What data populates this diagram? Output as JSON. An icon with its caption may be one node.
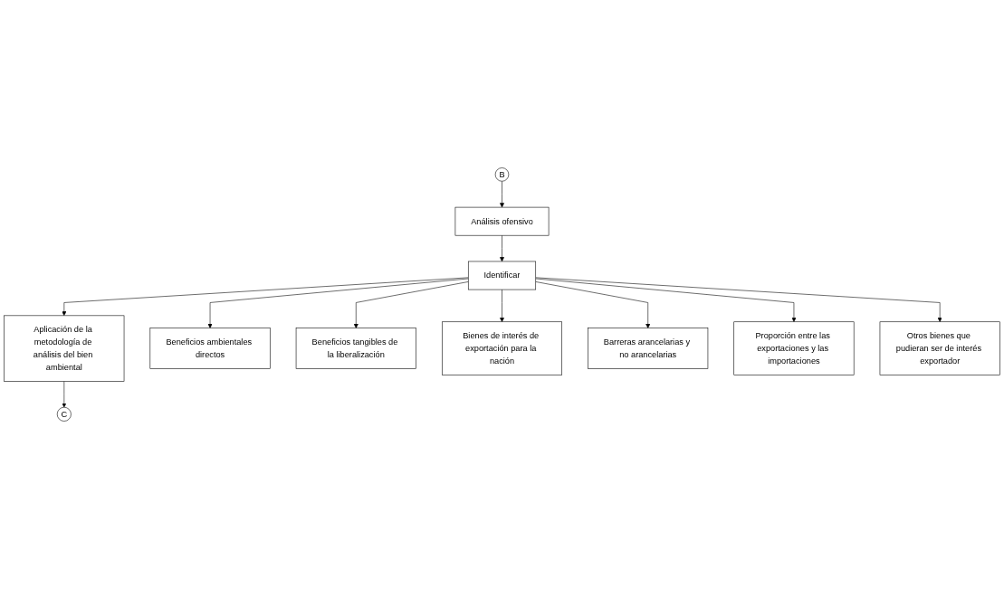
{
  "diagram": {
    "nodes": [
      {
        "text": [
          "B"
        ]
      },
      {
        "text": [
          "Análisis ofensivo"
        ]
      },
      {
        "text": [
          "Identificar"
        ]
      },
      {
        "text": [
          "Aplicación de la metodología de análisis del bien ambiental"
        ]
      },
      {
        "text": [
          "C"
        ]
      },
      {
        "text": [
          "Beneficios ambientales directos"
        ]
      },
      {
        "text": [
          "Beneficios tangibles de la liberalización"
        ]
      },
      {
        "text": [
          "Bienes de interés de exportación para la nación"
        ]
      },
      {
        "text": [
          "Barreras arancelarias y no arancelarias"
        ]
      },
      {
        "text": [
          "Proporción entre las exportaciones y las importaciones"
        ]
      },
      {
        "text": [
          "Otros bienes que pudieran ser de interés exportador"
        ]
      }
    ],
    "edges": [
      {
        "from": 0,
        "to": 1,
        "arrow": "to"
      },
      {
        "from": 1,
        "to": 2,
        "arrow": "to"
      },
      {
        "from": 2,
        "to": 3,
        "arrow": "to"
      },
      {
        "from": 3,
        "to": 4,
        "arrow": "to"
      },
      {
        "from": 2,
        "to": 5,
        "arrow": "to"
      },
      {
        "from": 2,
        "to": 6,
        "arrow": "to"
      },
      {
        "from": 2,
        "to": 9,
        "arrow": "to"
      },
      {
        "from": 2,
        "to": 7,
        "arrow": "to"
      },
      {
        "from": 2,
        "to": 10,
        "arrow": "to"
      },
      {
        "from": 2,
        "to": 8,
        "arrow": "to"
      }
    ]
  }
}
